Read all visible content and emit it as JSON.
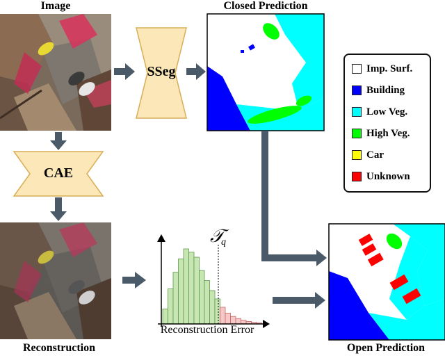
{
  "labels": {
    "image": "Image",
    "closed_prediction": "Closed Prediction",
    "reconstruction": "Reconstruction",
    "open_prediction": "Open Prediction",
    "sseg": "SSeg",
    "cae": "CAE",
    "hist_xlabel": "Reconstruction Error",
    "threshold": "T_q"
  },
  "legend": [
    {
      "label": "Imp. Surf.",
      "color": "#ffffff"
    },
    {
      "label": "Building",
      "color": "#0000ff"
    },
    {
      "label": "Low Veg.",
      "color": "#00ffff"
    },
    {
      "label": "High Veg.",
      "color": "#00ff00"
    },
    {
      "label": "Car",
      "color": "#ffff00"
    },
    {
      "label": "Unknown",
      "color": "#ff0000"
    }
  ],
  "colors": {
    "arrow": "#4a5a68",
    "block_fill": "#fbe7b8",
    "block_stroke": "#d8ad55",
    "building": "#0000ff",
    "low_veg": "#00ffff",
    "high_veg": "#00ff00",
    "unknown": "#ff0000",
    "hist_green": "#c8e6b4",
    "hist_red": "#f6c8c8"
  }
}
